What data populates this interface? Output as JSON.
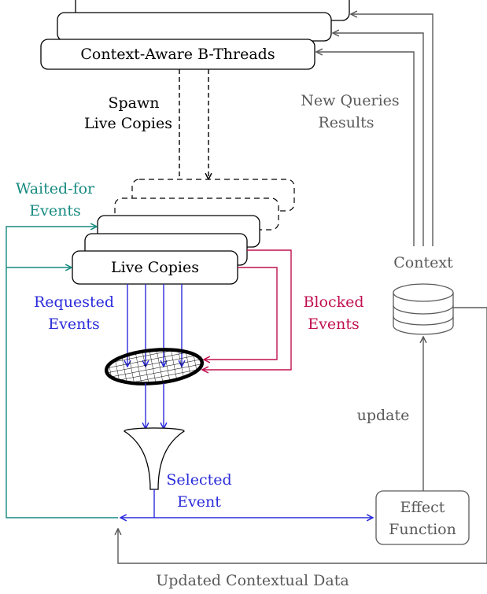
{
  "nodes": {
    "bthreads": "Context-Aware B-Threads",
    "live_copies": "Live Copies",
    "context": "Context",
    "effect_line1": "Effect",
    "effect_line2": "Function"
  },
  "labels": {
    "spawn_line1": "Spawn",
    "spawn_line2": "Live Copies",
    "new_queries_line1": "New Queries",
    "new_queries_line2": "Results",
    "waited_line1": "Waited-for",
    "waited_line2": "Events",
    "requested_line1": "Requested",
    "requested_line2": "Events",
    "blocked_line1": "Blocked",
    "blocked_line2": "Events",
    "selected_line1": "Selected",
    "selected_line2": "Event",
    "update": "update",
    "updated_data": "Updated Contextual Data"
  },
  "colors": {
    "black": "#000000",
    "gray": "#5a5a5a",
    "teal": "#178a80",
    "blue": "#2b2bdb",
    "crimson": "#c0104f"
  }
}
